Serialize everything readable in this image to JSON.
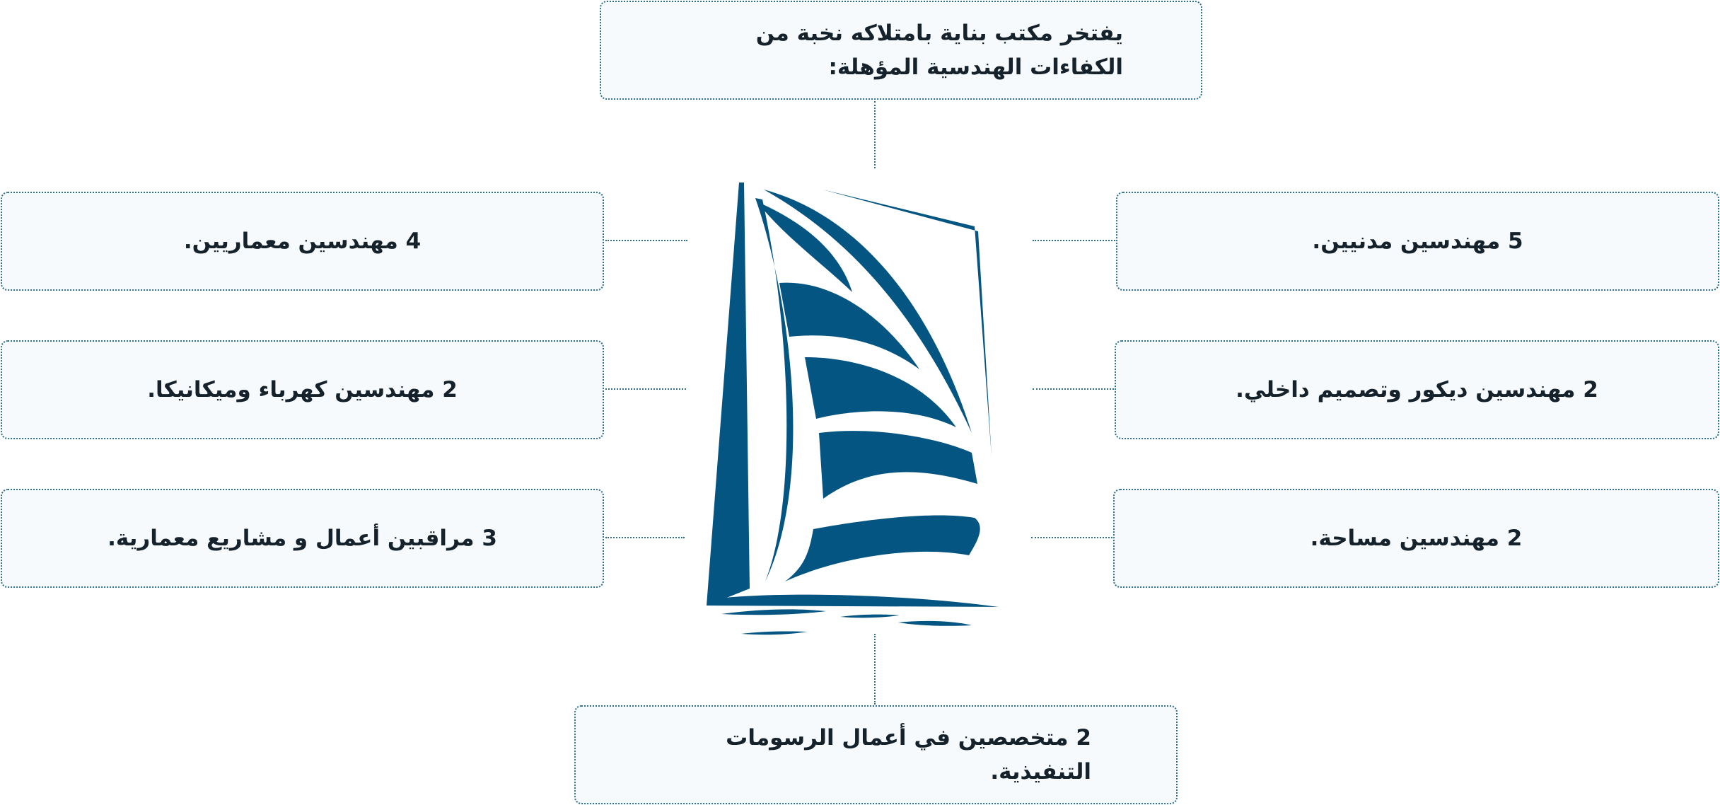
{
  "diagram": {
    "top_box": {
      "text": "يفتخر مكتب بناية بامتلاكه نخبة من الكفاءات الهندسية المؤهلة:"
    },
    "left_boxes": [
      {
        "text": "4 مهندسين معماريين."
      },
      {
        "text": "2 مهندسين كهرباء وميكانيكا."
      },
      {
        "text": "3 مراقبين أعمال و مشاريع معمارية."
      }
    ],
    "right_boxes": [
      {
        "text": "5 مهندسين مدنيين."
      },
      {
        "text": "2 مهندسين ديكور وتصميم داخلي."
      },
      {
        "text": "2 مهندسين مساحة."
      }
    ],
    "bottom_box": {
      "text": "2 متخصصين في أعمال الرسومات التنفيذية."
    },
    "logo": {
      "icon": "sailboat-logo-icon",
      "color": "#055582"
    },
    "colors": {
      "box_border": "#2f6f8c",
      "box_background": "#f6fafd",
      "text": "#15212b"
    }
  }
}
